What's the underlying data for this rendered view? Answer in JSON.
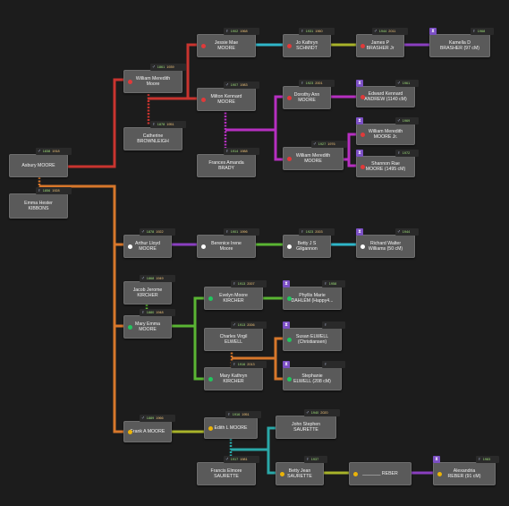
{
  "colors": {
    "red": "#e03a3a",
    "white": "#ffffff",
    "green": "#22c55e",
    "yellow": "#eab308",
    "line_red": "#c9342f",
    "line_orange": "#d7772b",
    "line_cyan": "#2fb6c9",
    "line_olive": "#a8b32a",
    "line_purple": "#8a3fc0",
    "line_magenta": "#b62fc1",
    "line_green": "#5ab533",
    "line_teal": "#2aa8a8"
  },
  "nodes": [
    {
      "id": "asbury",
      "name": "Asbury MOORE",
      "sex": "♂",
      "b": "1838",
      "d": "1918",
      "dot": null
    },
    {
      "id": "emma",
      "name": "Emma Hester\nKIBBONS",
      "sex": "♀",
      "b": "1856",
      "d": "1928",
      "dot": null
    },
    {
      "id": "william1",
      "name": "William Meredith\nMoore",
      "sex": "♂",
      "b": "1861",
      "d": "1939",
      "dot": "red"
    },
    {
      "id": "catherine",
      "name": "Catherine\nBROWNLEIGH",
      "sex": "♀",
      "b": "1878",
      "d": "1951",
      "dot": null
    },
    {
      "id": "jessie",
      "name": "Jessie Mae\nMOORE",
      "sex": "♀",
      "b": "1902",
      "d": "1968",
      "dot": "red"
    },
    {
      "id": "milton",
      "name": "Milton Kennard\nMOORE",
      "sex": "♂",
      "b": "1907",
      "d": "1983",
      "dot": "red"
    },
    {
      "id": "frances",
      "name": "Frances Amanda\nBRADY",
      "sex": "♀",
      "b": "1914",
      "d": "1988",
      "dot": null
    },
    {
      "id": "jokathryn",
      "name": "Jo Kathryn\nSCHMIDT",
      "sex": "♀",
      "b": "1931",
      "d": "1960",
      "dot": "red"
    },
    {
      "id": "jamesp",
      "name": "James P\nBRASHER Jr",
      "sex": "♂",
      "b": "1944",
      "d": "2011",
      "dot": "red"
    },
    {
      "id": "kamella",
      "name": "Kamella D\nBRASHER (97 cM)",
      "sex": "♀",
      "b": "1968",
      "d": "",
      "dot": null,
      "dna": true
    },
    {
      "id": "dorothy",
      "name": "Dorothy Ann\nMOORE",
      "sex": "♀",
      "b": "1923",
      "d": "2001",
      "dot": "red"
    },
    {
      "id": "edward",
      "name": "Edward Kennard\nANDREW (1140 cM)",
      "sex": "♂",
      "b": "1961",
      "d": "",
      "dot": "red",
      "dna": true
    },
    {
      "id": "william2",
      "name": "William Meredith\nMOORE",
      "sex": "♂",
      "b": "1927",
      "d": "1976",
      "dot": "red"
    },
    {
      "id": "william3",
      "name": "William Meredith\nMOORE Jr.",
      "sex": "♂",
      "b": "1969",
      "d": "",
      "dot": "red",
      "dna": true
    },
    {
      "id": "shannon",
      "name": "Shannon Rae\nMOORE (1495 cM)",
      "sex": "♀",
      "b": "1972",
      "d": "",
      "dot": "red",
      "dna": true
    },
    {
      "id": "arthur",
      "name": "Arthur Lloyd\nMOORE",
      "sex": "♂",
      "b": "1878",
      "d": "1922",
      "dot": "white"
    },
    {
      "id": "berenice",
      "name": "Berenice Irene\nMoore",
      "sex": "♀",
      "b": "1901",
      "d": "1996",
      "dot": "white"
    },
    {
      "id": "bettyjs",
      "name": "Betty J S\nGilgannon",
      "sex": "♀",
      "b": "1923",
      "d": "2003",
      "dot": "white"
    },
    {
      "id": "richard",
      "name": "Richard Walter\nWilliams (50 cM)",
      "sex": "♂",
      "b": "1944",
      "d": "",
      "dot": "white",
      "dna": true
    },
    {
      "id": "jacob",
      "name": "Jacob Jerome\nKIRCHER",
      "sex": "♂",
      "b": "1868",
      "d": "1949",
      "dot": null
    },
    {
      "id": "maryemma",
      "name": "Mary Emma\nMOORE",
      "sex": "♀",
      "b": "1880",
      "d": "1948",
      "dot": "green"
    },
    {
      "id": "evelyn",
      "name": "Evelyn Moore\nKIRCHER",
      "sex": "♀",
      "b": "1913",
      "d": "2007",
      "dot": "green"
    },
    {
      "id": "phyllis",
      "name": "Phyllis Marie\nDAHLEM (Happy4...",
      "sex": "♀",
      "b": "1958",
      "d": "",
      "dot": "green",
      "dna": true
    },
    {
      "id": "charles",
      "name": "Charles Virgil\nELWELL",
      "sex": "♂",
      "b": "1913",
      "d": "2006",
      "dot": null
    },
    {
      "id": "susan",
      "name": "Susan ELWELL\n(Christiansen)",
      "sex": "♀",
      "b": "",
      "d": "",
      "dot": "green",
      "dna": true
    },
    {
      "id": "marykathryn",
      "name": "Mary Kathryn\nKIRCHER",
      "sex": "♀",
      "b": "1916",
      "d": "2013",
      "dot": "green"
    },
    {
      "id": "stephanie",
      "name": "Stephanie\nELWELL (208 cM)",
      "sex": "♀",
      "b": "",
      "d": "",
      "dot": "green",
      "dna": true
    },
    {
      "id": "frank",
      "name": "Frank A MOORE",
      "sex": "♂",
      "b": "1889",
      "d": "1966",
      "dot": "yellow"
    },
    {
      "id": "edith",
      "name": "Edith L MOORE",
      "sex": "♀",
      "b": "1916",
      "d": "1951",
      "dot": "yellow"
    },
    {
      "id": "johnst",
      "name": "John Stephen\nSAURETTE",
      "sex": "♂",
      "b": "1940",
      "d": "2020",
      "dot": null
    },
    {
      "id": "francis",
      "name": "Francis Elmore\nSAURETTE",
      "sex": "♂",
      "b": "1917",
      "d": "1981",
      "dot": null
    },
    {
      "id": "bettyjean",
      "name": "Betty Jean\nSAURETTE",
      "sex": "♀",
      "b": "1937",
      "d": "",
      "dot": "yellow"
    },
    {
      "id": "reber",
      "name": "_______ REBER",
      "sex": "",
      "b": "",
      "d": "",
      "dot": "yellow"
    },
    {
      "id": "alexandria",
      "name": "Alexandria\nREBER (91 cM)",
      "sex": "♀",
      "b": "1983",
      "d": "",
      "dot": "yellow",
      "dna": true
    }
  ]
}
